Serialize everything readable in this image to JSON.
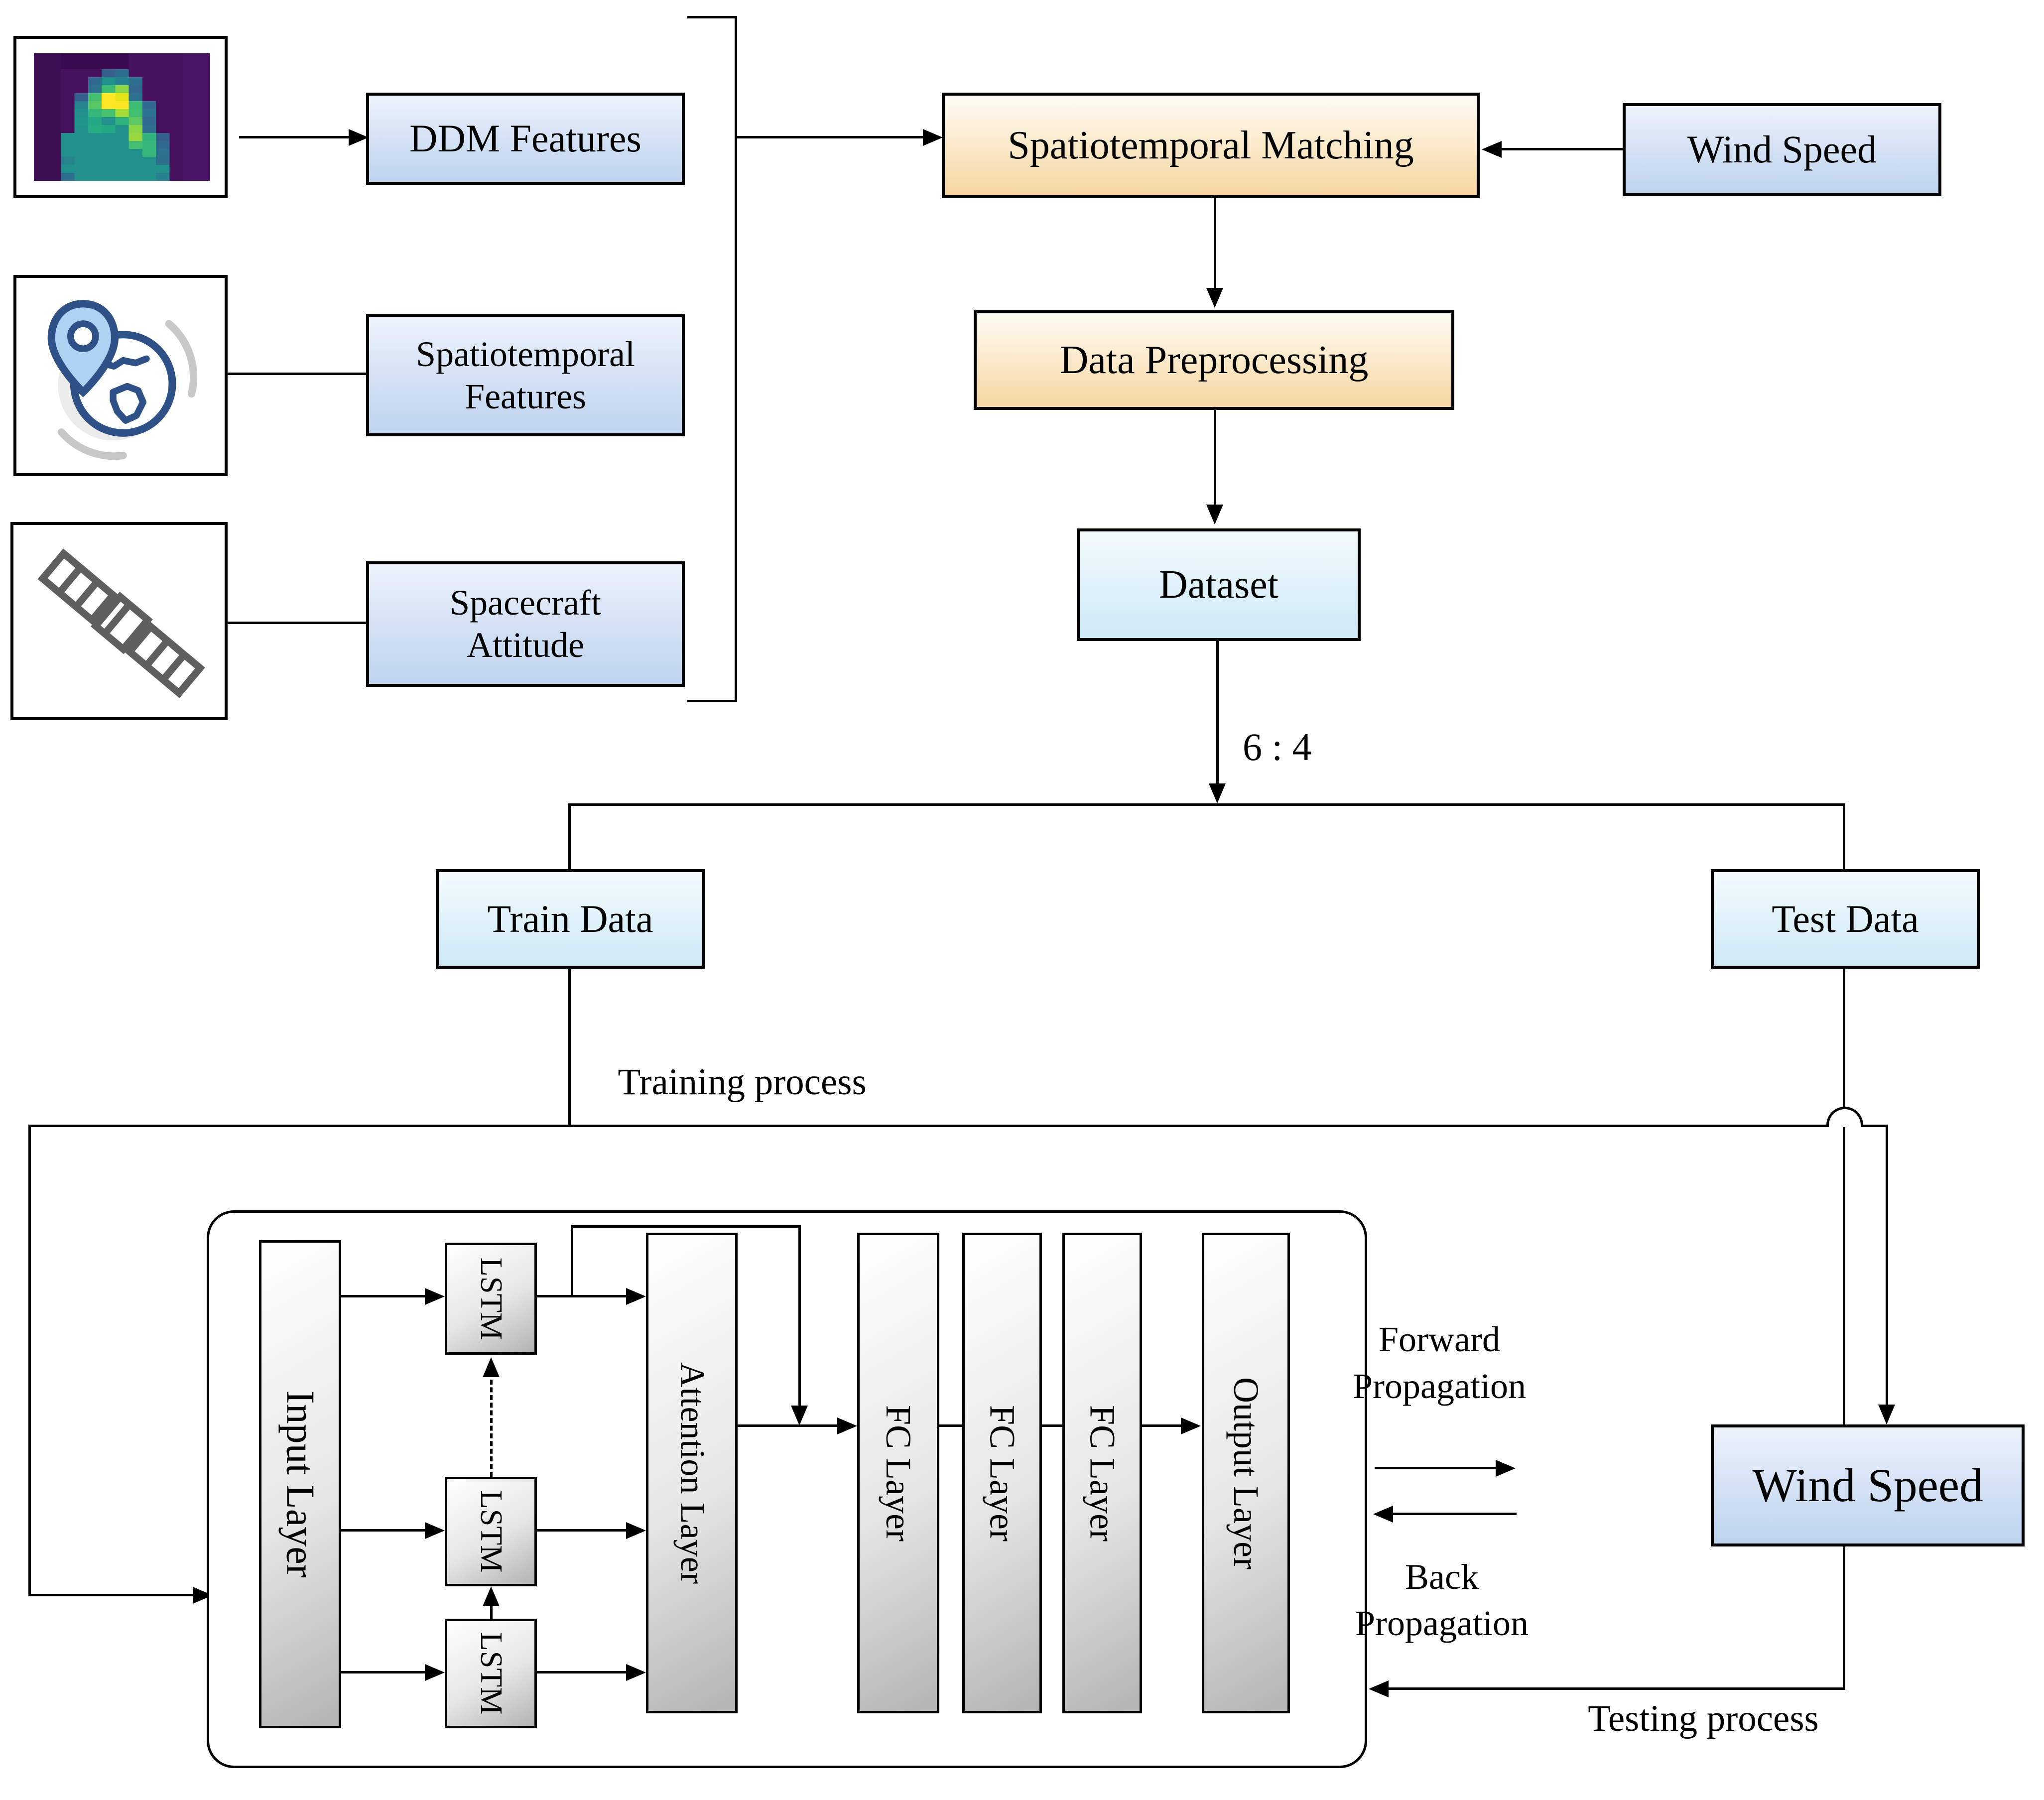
{
  "boxes": {
    "ddm_features": "DDM Features",
    "spatiotemporal_features": "Spatiotemporal Features",
    "spacecraft_attitude": "Spacecraft Attitude",
    "spatiotemporal_matching": "Spatiotemporal Matching",
    "wind_speed_source": "Wind Speed",
    "data_preprocessing": "Data Preprocessing",
    "dataset": "Dataset",
    "train_data": "Train Data",
    "test_data": "Test Data",
    "wind_speed_output": "Wind Speed"
  },
  "labels": {
    "split_ratio": "6 : 4",
    "training_process": "Training process",
    "testing_process": "Testing process",
    "forward_1": "Forward",
    "forward_2": "Propagation",
    "back_1": "Back",
    "back_2": "Propagation"
  },
  "network": {
    "input_layer": "Input Layer",
    "lstm_1": "LSTM",
    "lstm_2": "LSTM",
    "lstm_3": "LSTM",
    "attention_layer": "Attention Layer",
    "fc_layer_1": "FC Layer",
    "fc_layer_2": "FC Layer",
    "fc_layer_3": "FC Layer",
    "output_layer": "Output Layer"
  },
  "icons": {
    "heatmap": "ddm-heatmap-icon",
    "globe": "globe-location-pin-icon",
    "satellite": "satellite-icon"
  },
  "colors": {
    "line": "#000000",
    "blue_top": "#ecf2fb",
    "blue_bottom": "#bdd3ee",
    "orange_top": "#fefbf4",
    "orange_bottom": "#f6d7a0",
    "cyan_top": "#f3fafd",
    "cyan_bottom": "#cde9f6",
    "gray_mid": "#e6e6e6",
    "gray_dark": "#b3b3b3",
    "viridis_bg": "#46125e",
    "globe_blue": "#2e5288",
    "pin_fill": "#aad4f2",
    "icon_gray": "#5f5f5f",
    "arc_gray": "#c8c8c8"
  }
}
